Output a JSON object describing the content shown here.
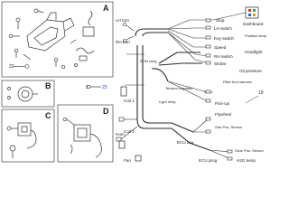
{
  "sections": {
    "a": "A",
    "b": "B",
    "c": "C",
    "d": "D"
  },
  "labels": {
    "lh_turn": "LH turn",
    "rh_turn": "RH turn",
    "stop": "Stop",
    "lh_switch": "LH switch",
    "key_switch": "Key switch",
    "speed": "Speed",
    "rh_switch": "RH switch",
    "strobe": "Strobe",
    "dashboard": "Dashboard",
    "position_lamp": "Position lamp",
    "headlight": "Headlight",
    "oil_pressure": "Oil pressure",
    "filter_box_harness": "Filter box harness",
    "ecm_relay": "ECM relay",
    "tension_regulator": "Tension regulator",
    "light_relay": "Light relay",
    "coil_1": "Coil 1",
    "coil_2": "Coil 2",
    "horn": "Horn",
    "fan": "Fan",
    "pick_up": "Pick-Up",
    "flywheel": "Flywheel",
    "gas_pos_sensor": "Gas Pos. Sensor",
    "ecu_box": "ECU box",
    "ecu_prog": "ECU prog",
    "gear_pos_sensor": "Gear Pos. Sensor",
    "h2o_temp": "H2O temp"
  },
  "numbers": {
    "n19": "19",
    "n22": "22",
    "n23": "23"
  },
  "colors": {
    "line": "#2a2a2a",
    "accent_blue": "#1a35c8"
  }
}
